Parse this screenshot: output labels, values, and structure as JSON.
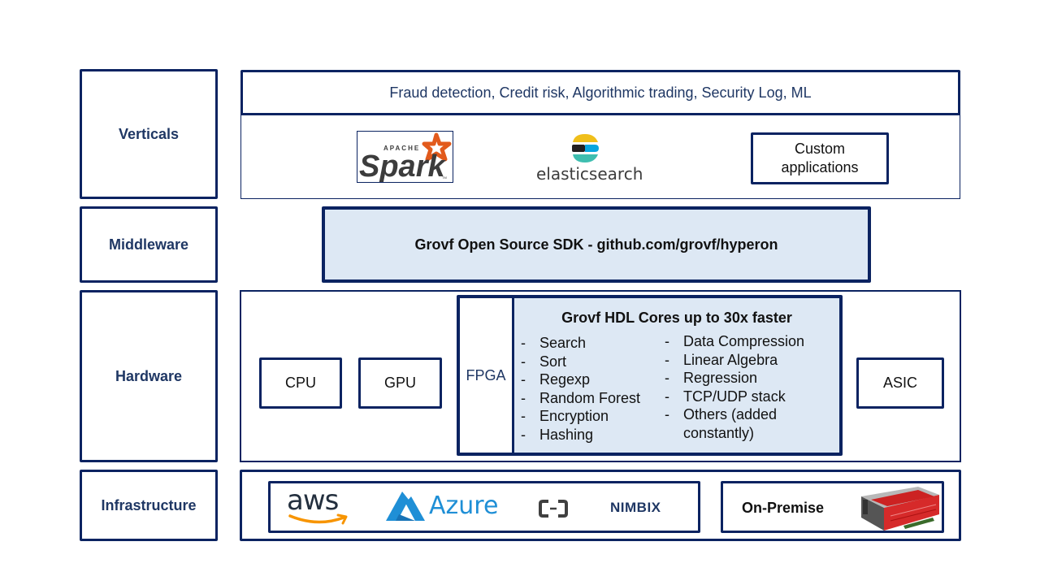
{
  "layers": {
    "verticals": "Verticals",
    "middleware": "Middleware",
    "hardware": "Hardware",
    "infrastructure": "Infrastructure"
  },
  "verticals": {
    "use_cases": "Fraud detection, Credit risk,  Algorithmic trading, Security Log, ML",
    "spark_logo": {
      "small": "APACHE",
      "big": "Spark",
      "tm": "TM"
    },
    "elasticsearch_logo": "elasticsearch",
    "custom_apps_line1": "Custom",
    "custom_apps_line2": "applications"
  },
  "middleware": {
    "sdk": "Grovf Open Source SDK - github.com/grovf/hyperon"
  },
  "hardware": {
    "cpu": "CPU",
    "gpu": "GPU",
    "fpga": "FPGA",
    "asic": "ASIC",
    "cores_title": "Grovf HDL Cores up to 30x faster",
    "cores_left": [
      "Search",
      "Sort",
      "Regexp",
      "Random Forest",
      "Encryption",
      "Hashing"
    ],
    "cores_right": [
      "Data Compression",
      "Linear Algebra",
      "Regression",
      "TCP/UDP stack",
      "Others (added",
      "constantly)"
    ],
    "bullet": "-"
  },
  "infrastructure": {
    "aws": "aws",
    "azure": "Azure",
    "nimbix": "NIMBIX",
    "on_premise": "On-Premise"
  },
  "colors": {
    "navy": "#0b2361",
    "label_text": "#1f3764",
    "light_fill": "#dde8f4",
    "aws_orange": "#f79400",
    "azure_blue": "#1f8fd6",
    "spark_orange": "#e25a1c"
  }
}
